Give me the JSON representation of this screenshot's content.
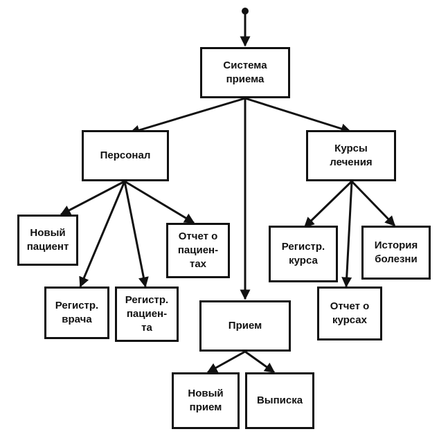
{
  "nodes": {
    "sistema": "Система\nприема",
    "personal": "Персонал",
    "kursy": "Курсы\nлечения",
    "novyi_pacient": "Новый\nпациент",
    "registr_vracha": "Регистр.\nврача",
    "registr_pacienta": "Регистр.\nпациен-\nта",
    "otchet_pacientah": "Отчет о\nпациен-\nтах",
    "priem": "Прием",
    "novyi_priem": "Новый\nприем",
    "vypiska": "Выписка",
    "registr_kursa": "Регистр.\nкурса",
    "otchet_kursah": "Отчет о\nкурсах",
    "istoriya_bolezni": "История\nболезни"
  },
  "colors": {
    "stroke": "#111111",
    "background": "#ffffff"
  }
}
